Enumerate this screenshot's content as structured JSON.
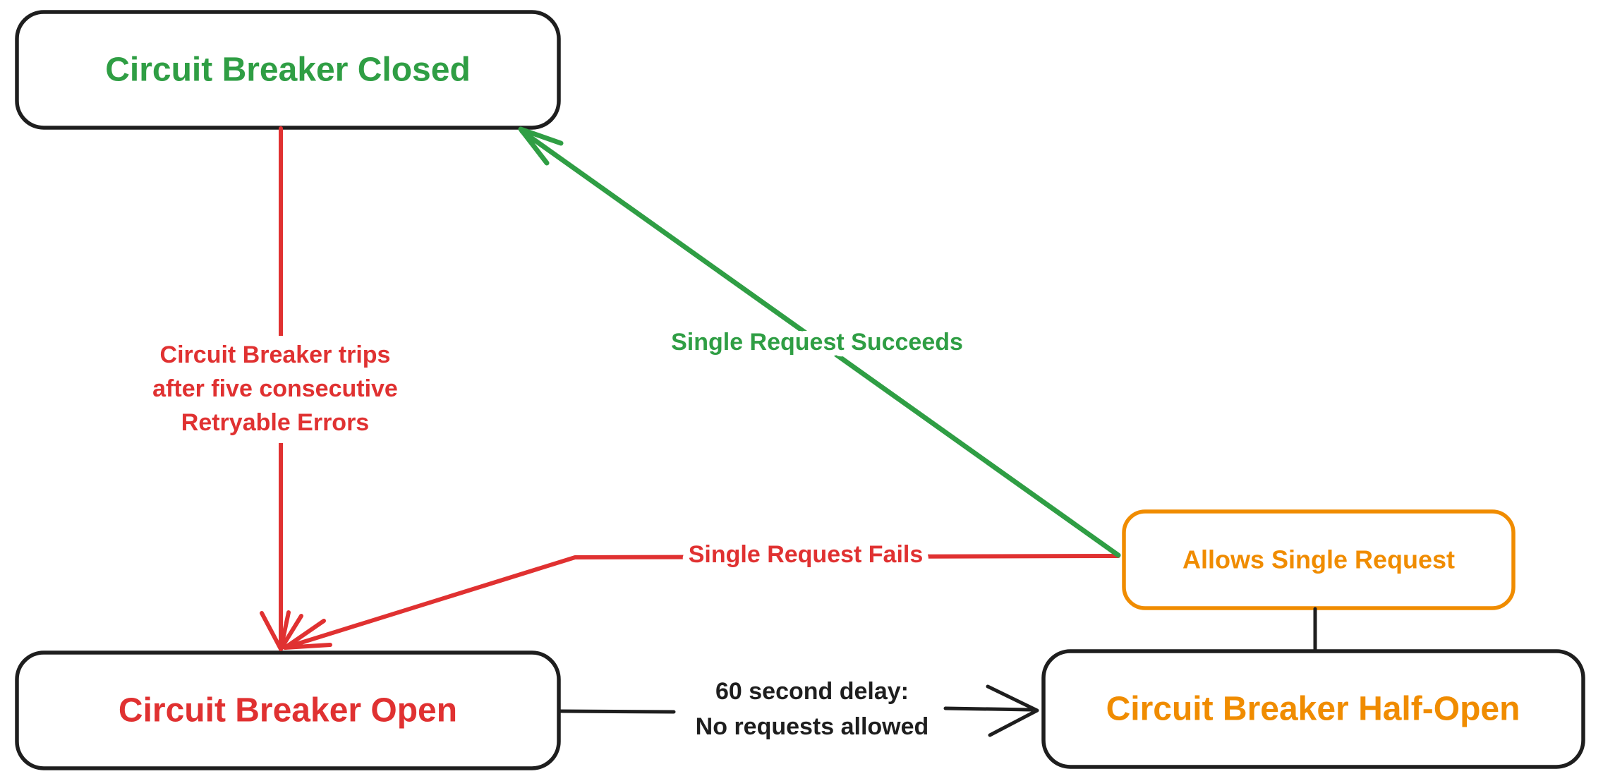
{
  "colors": {
    "green": "#2f9e44",
    "red": "#e03131",
    "orange": "#f08c00",
    "ink": "#1e1e1e",
    "background": "#ffffff"
  },
  "nodes": {
    "closed": {
      "label": "Circuit Breaker Closed",
      "text_color": "#2f9e44",
      "border_color": "#1e1e1e"
    },
    "open": {
      "label": "Circuit Breaker Open",
      "text_color": "#e03131",
      "border_color": "#1e1e1e"
    },
    "half_open": {
      "label": "Circuit Breaker Half-Open",
      "text_color": "#f08c00",
      "border_color": "#1e1e1e"
    },
    "allows_single_request": {
      "label": "Allows Single Request",
      "text_color": "#f08c00",
      "border_color": "#f08c00"
    }
  },
  "edges": {
    "trip": {
      "from": "closed",
      "to": "open",
      "color": "#e03131",
      "label_lines": [
        "Circuit Breaker trips",
        "after five consecutive",
        "Retryable Errors"
      ]
    },
    "single_request_succeeds": {
      "from": "allows_single_request",
      "to": "closed",
      "color": "#2f9e44",
      "label": "Single Request Succeeds"
    },
    "single_request_fails": {
      "from": "allows_single_request",
      "to": "open",
      "color": "#e03131",
      "label": "Single Request Fails"
    },
    "delay": {
      "from": "open",
      "to": "half_open",
      "color": "#1e1e1e",
      "label_lines": [
        "60 second delay:",
        "No requests allowed"
      ]
    },
    "half_open_to_allows": {
      "from": "half_open",
      "to": "allows_single_request",
      "color": "#1e1e1e"
    }
  }
}
